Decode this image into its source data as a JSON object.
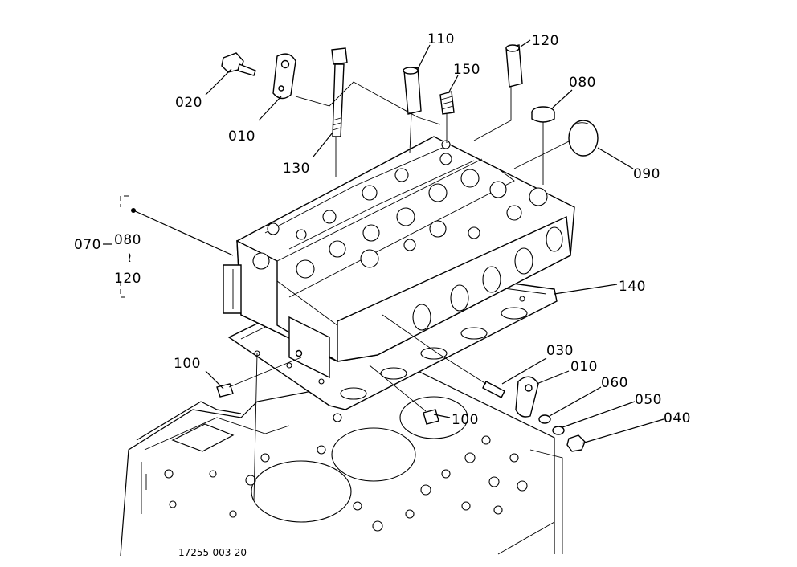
{
  "callouts": {
    "c010_top": "010",
    "c020": "020",
    "c130": "130",
    "c110": "110",
    "c150": "150",
    "c120_top": "120",
    "c080_top": "080",
    "c090": "090",
    "c070": "070",
    "c080_range": "080",
    "c120_range": "120",
    "c140": "140",
    "c100_left": "100",
    "c100_right": "100",
    "c030": "030",
    "c010_right": "010",
    "c060": "060",
    "c050": "050",
    "c040": "040"
  },
  "figure_code": "17255-003-20"
}
